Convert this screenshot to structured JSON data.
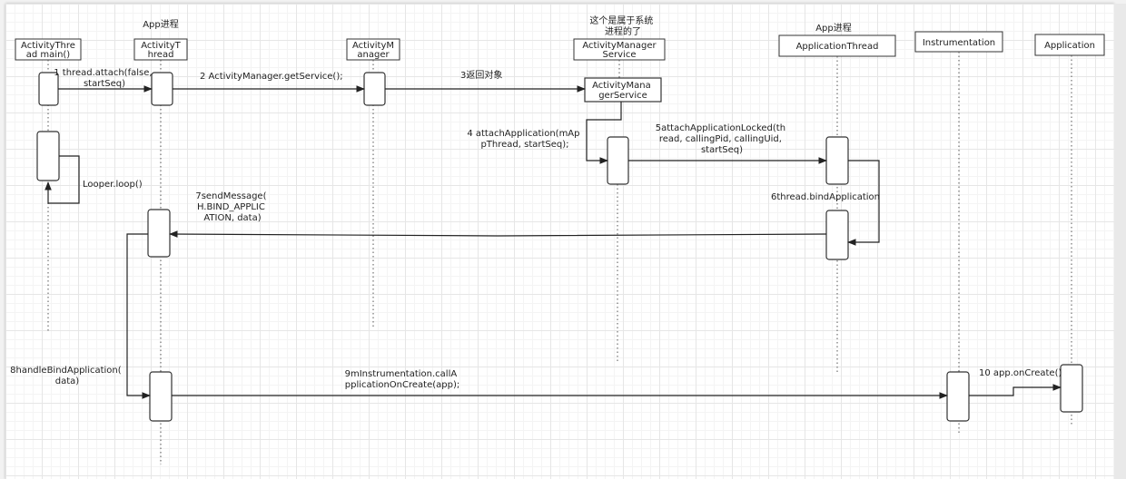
{
  "colors": {
    "line": "#333333",
    "lifeline": "#555555",
    "box_fill": "#ffffff",
    "text": "#222222"
  },
  "groups": {
    "app_process_1": "App进程",
    "system_process": [
      "这个是属于系统",
      "进程的了"
    ],
    "app_process_2": "App进程"
  },
  "participants": [
    {
      "id": "activitythread_main",
      "label": [
        "ActivityThre",
        "ad main()"
      ]
    },
    {
      "id": "activitythread",
      "label": [
        "ActivityT",
        "hread"
      ]
    },
    {
      "id": "activitymanager",
      "label": [
        "ActivityM",
        "anager"
      ]
    },
    {
      "id": "activitymanagerservice",
      "label": [
        "ActivityManager",
        "Service"
      ]
    },
    {
      "id": "applicationthread",
      "label": [
        "ApplicationThread"
      ]
    },
    {
      "id": "instrumentation",
      "label": [
        "Instrumentation"
      ]
    },
    {
      "id": "application",
      "label": [
        "Application"
      ]
    }
  ],
  "returned_object": [
    "ActivityMana",
    "gerService"
  ],
  "messages": [
    {
      "id": "m1",
      "label": [
        "1 thread.attach(false,",
        "startSeq)"
      ]
    },
    {
      "id": "m2",
      "label": [
        "2 ActivityManager.getService();"
      ]
    },
    {
      "id": "m3",
      "label": [
        "3返回对象"
      ]
    },
    {
      "id": "m4",
      "label": [
        "4 attachApplication(mAp",
        "pThread, startSeq);"
      ]
    },
    {
      "id": "m5",
      "label": [
        "5attachApplicationLocked(th",
        "read, callingPid, callingUid,",
        "startSeq)"
      ]
    },
    {
      "id": "m6",
      "label": [
        "6thread.bindApplication"
      ]
    },
    {
      "id": "m7",
      "label": [
        "7sendMessage(",
        "H.BIND_APPLIC",
        "ATION, data)"
      ]
    },
    {
      "id": "m8",
      "label": [
        "8handleBindApplication(",
        "data)"
      ]
    },
    {
      "id": "m9",
      "label": [
        "9mInstrumentation.callA",
        "pplicationOnCreate(app);"
      ]
    },
    {
      "id": "m10",
      "label": [
        "10 app.onCreate()"
      ]
    },
    {
      "id": "loop",
      "label": [
        "Looper.loop()"
      ]
    }
  ]
}
